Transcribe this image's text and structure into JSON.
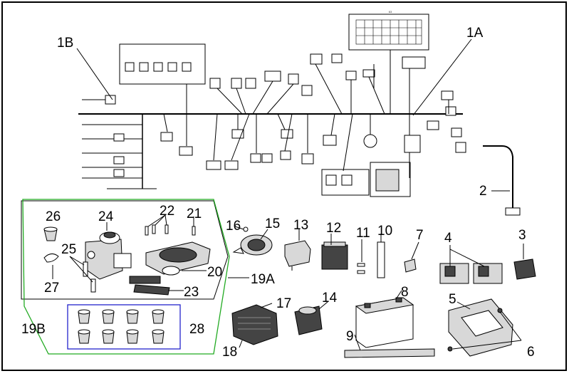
{
  "colors": {
    "frame": "#000000",
    "group_19b": "#22aa22",
    "group_28": "#2222cc",
    "label_19b": "#22aa22",
    "label_28": "#2222cc"
  },
  "harness": {
    "top_badge": "63"
  },
  "callouts": [
    {
      "id": "1A",
      "text": "1A"
    },
    {
      "id": "1B",
      "text": "1B"
    },
    {
      "id": "2",
      "text": "2"
    },
    {
      "id": "3",
      "text": "3"
    },
    {
      "id": "4",
      "text": "4"
    },
    {
      "id": "5",
      "text": "5"
    },
    {
      "id": "6",
      "text": "6"
    },
    {
      "id": "7",
      "text": "7"
    },
    {
      "id": "8",
      "text": "8"
    },
    {
      "id": "9",
      "text": "9"
    },
    {
      "id": "10",
      "text": "10"
    },
    {
      "id": "11",
      "text": "11"
    },
    {
      "id": "12",
      "text": "12"
    },
    {
      "id": "13",
      "text": "13"
    },
    {
      "id": "14",
      "text": "14"
    },
    {
      "id": "15",
      "text": "15"
    },
    {
      "id": "16",
      "text": "16"
    },
    {
      "id": "17",
      "text": "17"
    },
    {
      "id": "18",
      "text": "18"
    },
    {
      "id": "19A",
      "text": "19A"
    },
    {
      "id": "19B",
      "text": "19B"
    },
    {
      "id": "20",
      "text": "20"
    },
    {
      "id": "21",
      "text": "21"
    },
    {
      "id": "22",
      "text": "22"
    },
    {
      "id": "23",
      "text": "23"
    },
    {
      "id": "24",
      "text": "24"
    },
    {
      "id": "25",
      "text": "25"
    },
    {
      "id": "26",
      "text": "26"
    },
    {
      "id": "27",
      "text": "27"
    },
    {
      "id": "28",
      "text": "28"
    }
  ]
}
